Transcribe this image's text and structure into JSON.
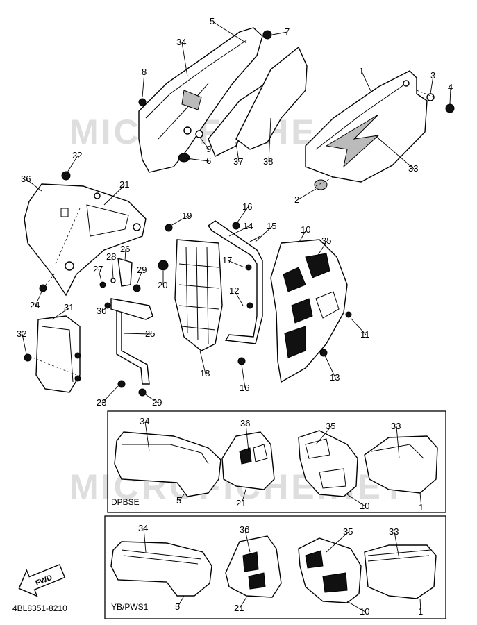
{
  "diagram": {
    "watermark": "MICROFICHE.NET",
    "code": "4BL8351-8210",
    "fwd_label": "FWD",
    "callouts": [
      "1",
      "2",
      "3",
      "4",
      "5",
      "6",
      "7",
      "8",
      "9",
      "10",
      "11",
      "12",
      "13",
      "14",
      "15",
      "16",
      "17",
      "18",
      "19",
      "20",
      "21",
      "22",
      "23",
      "24",
      "25",
      "26",
      "27",
      "28",
      "29",
      "30",
      "31",
      "32",
      "33",
      "34",
      "35",
      "36",
      "37",
      "38"
    ],
    "box1": {
      "variant": "DPBSE",
      "callouts": [
        "34",
        "36",
        "35",
        "33",
        "5",
        "21",
        "10",
        "1"
      ]
    },
    "box2": {
      "variant": "YB/PWS1",
      "callouts": [
        "34",
        "36",
        "35",
        "33",
        "5",
        "21",
        "10",
        "1"
      ]
    }
  }
}
